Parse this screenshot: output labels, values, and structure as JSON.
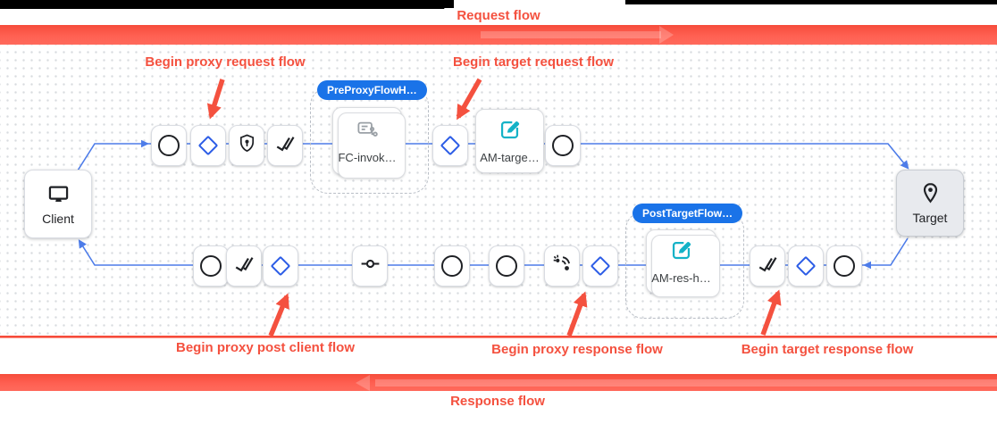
{
  "flow_bars": {
    "request_label": "Request flow",
    "response_label": "Response flow"
  },
  "annotations": {
    "proxy_request": "Begin proxy request flow",
    "target_request": "Begin target request flow",
    "proxy_post_client": "Begin proxy post client flow",
    "proxy_response": "Begin proxy response flow",
    "target_response": "Begin target response flow"
  },
  "endpoints": {
    "client_label": "Client",
    "target_label": "Target"
  },
  "flow_hooks": {
    "pre_proxy_badge": "PreProxyFlowH…",
    "post_target_badge": "PostTargetFlow…"
  },
  "policies": {
    "flow_callout": "FC-invok…",
    "assign_message_target": "AM-targe…",
    "assign_message_response": "AM-res-h…"
  },
  "request_flow_steps": [
    "circle-step",
    "condition-diamond",
    "shield-security",
    "done-all",
    "FC-invok… (flow callout, inside PreProxyFlowHook)",
    "condition-diamond",
    "AM-targe… (assign message)",
    "circle-step"
  ],
  "response_flow_steps_from_target": [
    "circle-step",
    "condition-diamond",
    "done-all",
    "AM-res-h… (assign message, inside PostTargetFlowHook)",
    "condition-diamond",
    "sensors",
    "circle-step",
    "circle-step",
    "route-commit",
    "condition-diamond",
    "done-all",
    "circle-step"
  ],
  "icons": [
    "monitor-icon",
    "location-pin-icon",
    "circle-step-icon",
    "diamond-condition-icon",
    "shield-key-icon",
    "done-all-icon",
    "flow-callout-icon",
    "edit-square-icon",
    "commit-icon",
    "sensors-icon"
  ],
  "colors": {
    "annotation_red": "#f4513f",
    "bar_red": "#ff6052",
    "badge_blue": "#1a73e8",
    "line_blue": "#4d7ce9",
    "policy_teal": "#14b2c7",
    "icon_gray": "#9aa0a6"
  }
}
